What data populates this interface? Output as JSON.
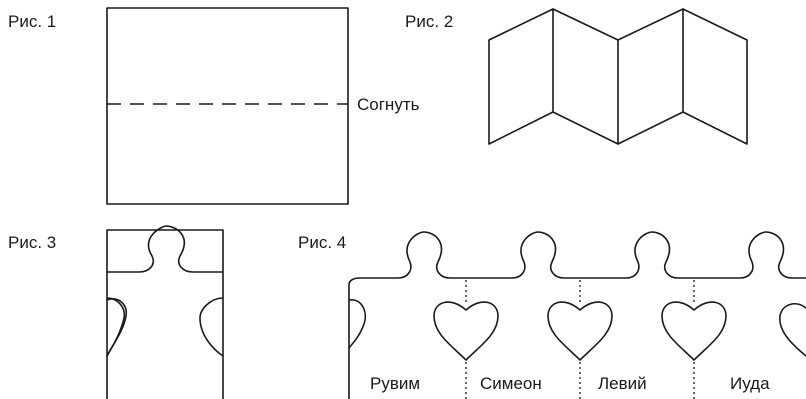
{
  "figures": {
    "fig1": {
      "label": "Рис. 1",
      "fold_label": "Согнуть"
    },
    "fig2": {
      "label": "Рис. 2"
    },
    "fig3": {
      "label": "Рис. 3"
    },
    "fig4": {
      "label": "Рис. 4",
      "names": [
        "Рувим",
        "Симеон",
        "Левий",
        "Иуда"
      ]
    }
  }
}
